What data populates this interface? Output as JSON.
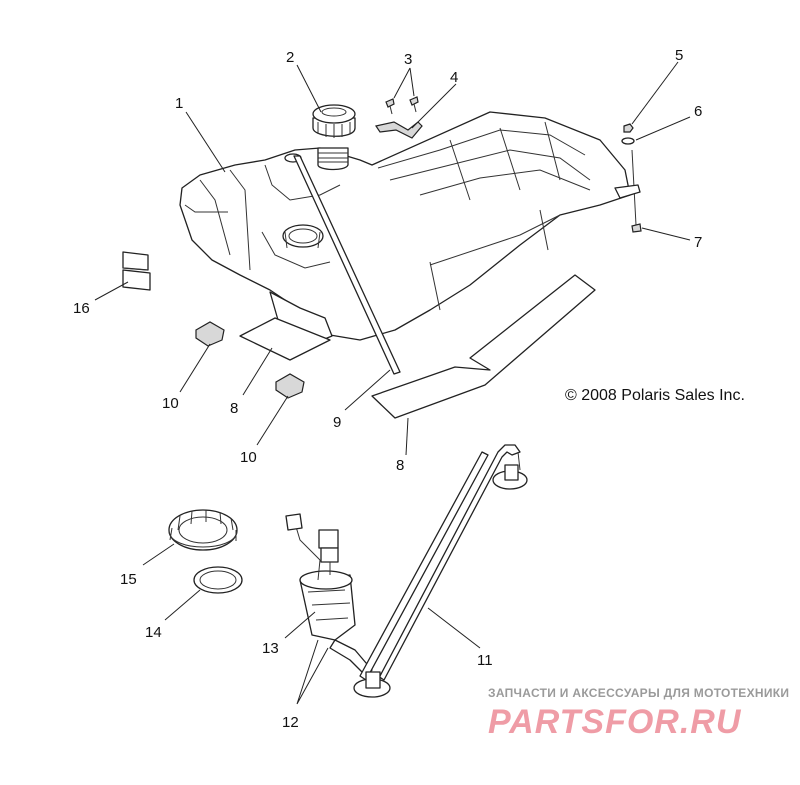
{
  "diagram": {
    "copyright": "© 2008 Polaris Sales Inc.",
    "callouts": {
      "c1": "1",
      "c2": "2",
      "c3": "3",
      "c4": "4",
      "c5": "5",
      "c6": "6",
      "c7": "7",
      "c8a": "8",
      "c8b": "8",
      "c9": "9",
      "c10a": "10",
      "c10b": "10",
      "c11": "11",
      "c12": "12",
      "c13": "13",
      "c14": "14",
      "c15": "15",
      "c16": "16"
    }
  },
  "watermark": {
    "tagline": "ЗАПЧАСТИ И АКСЕССУАРЫ ДЛЯ МОТОТЕХНИКИ",
    "logo": "PARTSFOR.RU"
  }
}
